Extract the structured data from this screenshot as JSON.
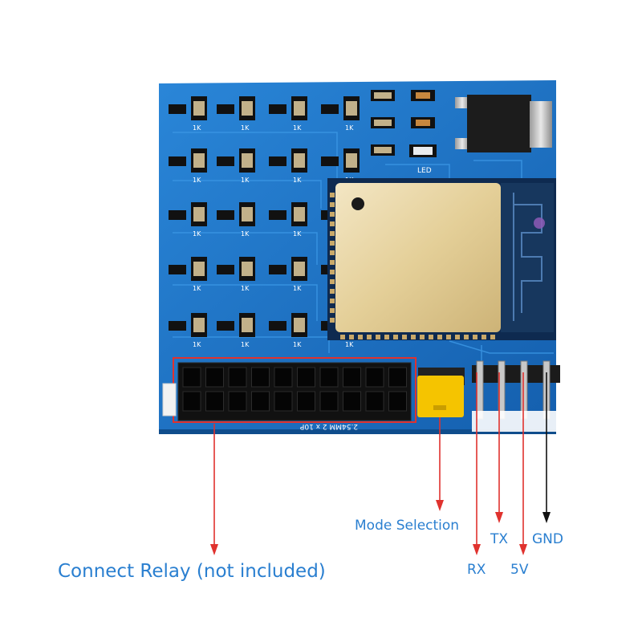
{
  "labels": {
    "relay": "Connect Relay (not included)",
    "mode": "Mode Selection",
    "tx": "TX",
    "gnd": "GND",
    "rx": "RX",
    "v5": "5V"
  },
  "silkscreen": {
    "resistor_value": "1K",
    "header_text": "2.54MM 2 x 10P",
    "led_text": "LED"
  },
  "colors": {
    "pcb": "#1a6fc4",
    "arrow_red": "#e0322e",
    "arrow_black": "#111111",
    "label_blue": "#2a7fd0",
    "jumper_yellow": "#f5c400"
  }
}
